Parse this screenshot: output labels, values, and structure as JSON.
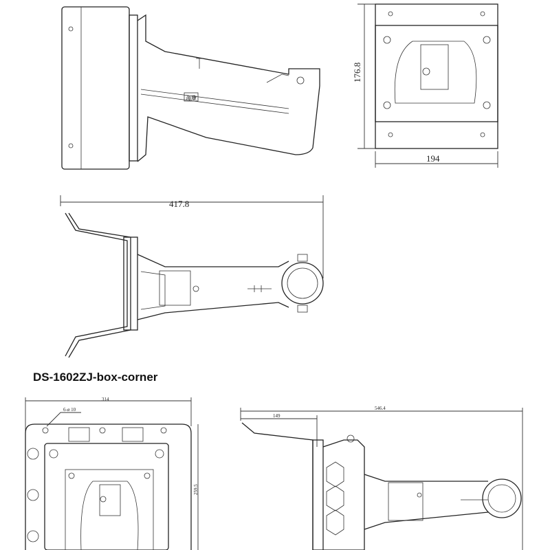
{
  "title": "DS-1602ZJ-box-corner",
  "dimensions": {
    "front_height": "176.8",
    "front_width": "194",
    "side_length": "417.8",
    "box_width": "314",
    "box_height": "259.5",
    "holes": "6-ø 10",
    "total_length": "546.4",
    "mount_offset": "149"
  },
  "logo_text": "海康"
}
